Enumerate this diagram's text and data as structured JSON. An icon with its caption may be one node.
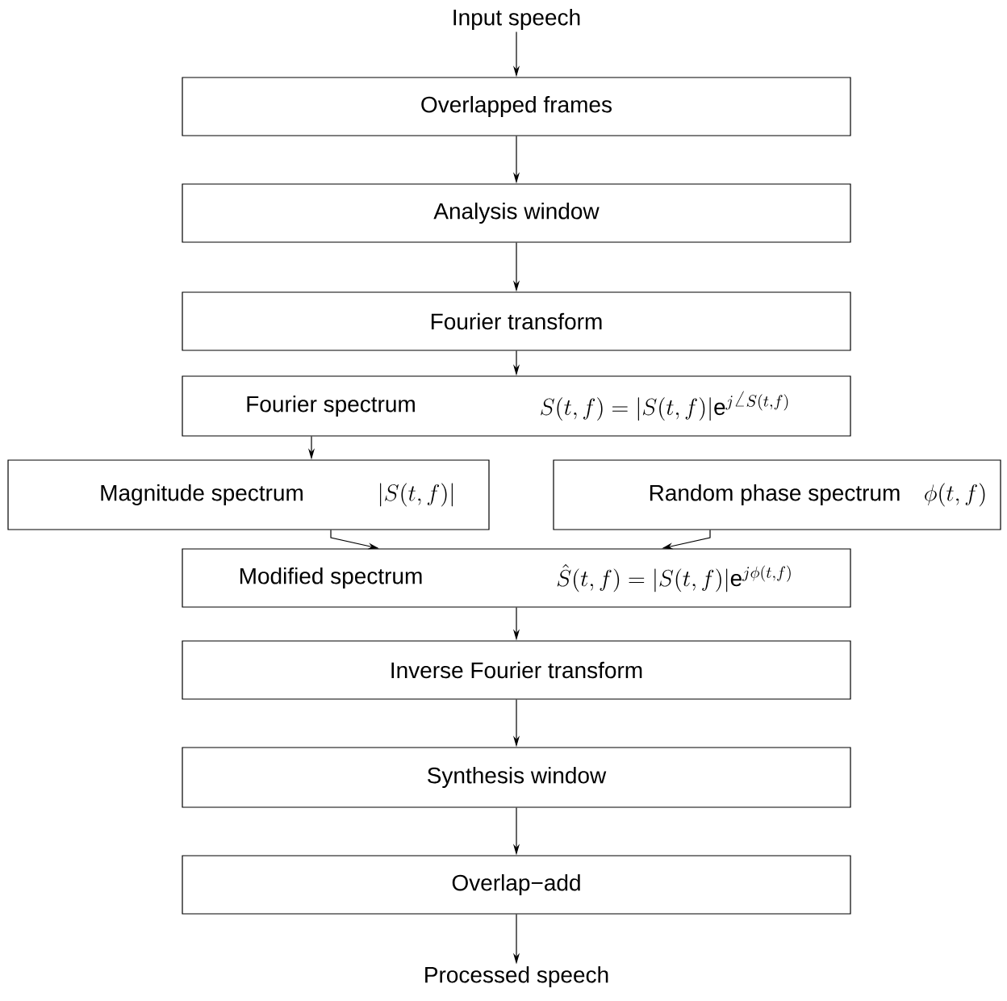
{
  "diagram": {
    "nodes": [
      {
        "text": [
          "Input speech"
        ]
      },
      {
        "text": [
          "Overlapped frames"
        ]
      },
      {
        "text": [
          "Analysis window"
        ]
      },
      {
        "text": [
          "Fourier transform"
        ]
      },
      {
        "text": [
          "Fourier spectrum",
          "S(t,f) = |S(t,f)|\\mathrm{e}^{j\\angle S(t,f)}"
        ]
      },
      {
        "text": [
          "Magnitude spectrum",
          "|S(t,f)|"
        ]
      },
      {
        "text": [
          "Random phase spectrum",
          "\\phi(t,f)"
        ]
      },
      {
        "text": [
          "Modified spectrum",
          "\\hat{S}(t,f) = |S(t,f)|\\mathrm{e}^{j\\phi(t,f)}"
        ]
      },
      {
        "text": [
          "Inverse Fourier transform"
        ]
      },
      {
        "text": [
          "Synthesis window"
        ]
      },
      {
        "text": [
          "Overlap−add"
        ]
      },
      {
        "text": [
          "Processed speech"
        ]
      }
    ],
    "edges": [
      {
        "from": 0,
        "to": 1,
        "arrow": "to"
      },
      {
        "from": 1,
        "to": 2,
        "arrow": "to"
      },
      {
        "from": 2,
        "to": 3,
        "arrow": "to"
      },
      {
        "from": 3,
        "to": 4,
        "arrow": "to"
      },
      {
        "from": 4,
        "to": 5,
        "arrow": "to"
      },
      {
        "from": 5,
        "to": 7,
        "arrow": "to"
      },
      {
        "from": 6,
        "to": 7,
        "arrow": "to"
      },
      {
        "from": 7,
        "to": 8,
        "arrow": "to"
      },
      {
        "from": 8,
        "to": 9,
        "arrow": "to"
      },
      {
        "from": 9,
        "to": 10,
        "arrow": "to"
      },
      {
        "from": 10,
        "to": 11,
        "arrow": "to"
      }
    ]
  }
}
